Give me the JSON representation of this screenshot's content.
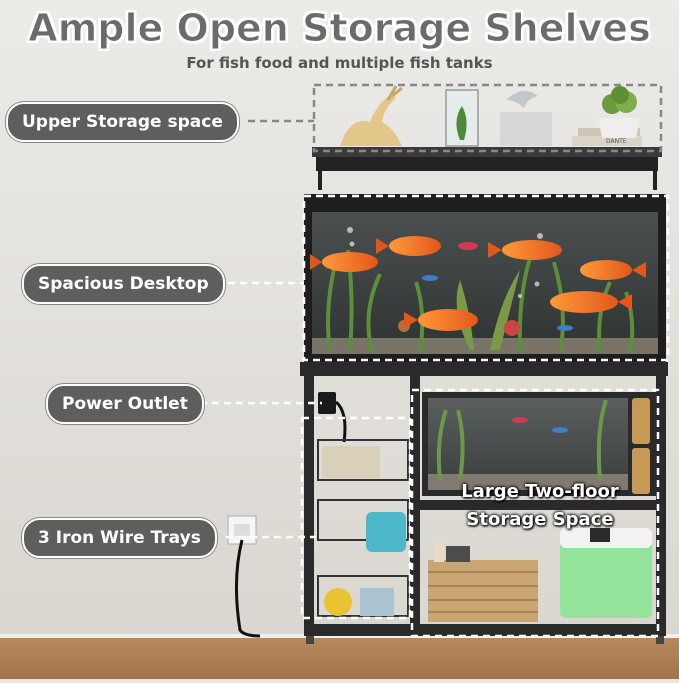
{
  "title": "Ample Open Storage Shelves",
  "subtitle": "For fish food and multiple fish tanks",
  "labels": {
    "upper_storage": "Upper Storage space",
    "spacious_desktop": "Spacious Desktop",
    "power_outlet": "Power Outlet",
    "wire_trays": "3 Iron Wire Trays",
    "large_storage_line1": "Large Two-floor",
    "large_storage_line2": "Storage Space"
  },
  "book_label": "DANTE",
  "colors": {
    "pill_bg": "#5f5e5c",
    "frame": "#2a2a2a",
    "dashed": "#ffffff"
  }
}
